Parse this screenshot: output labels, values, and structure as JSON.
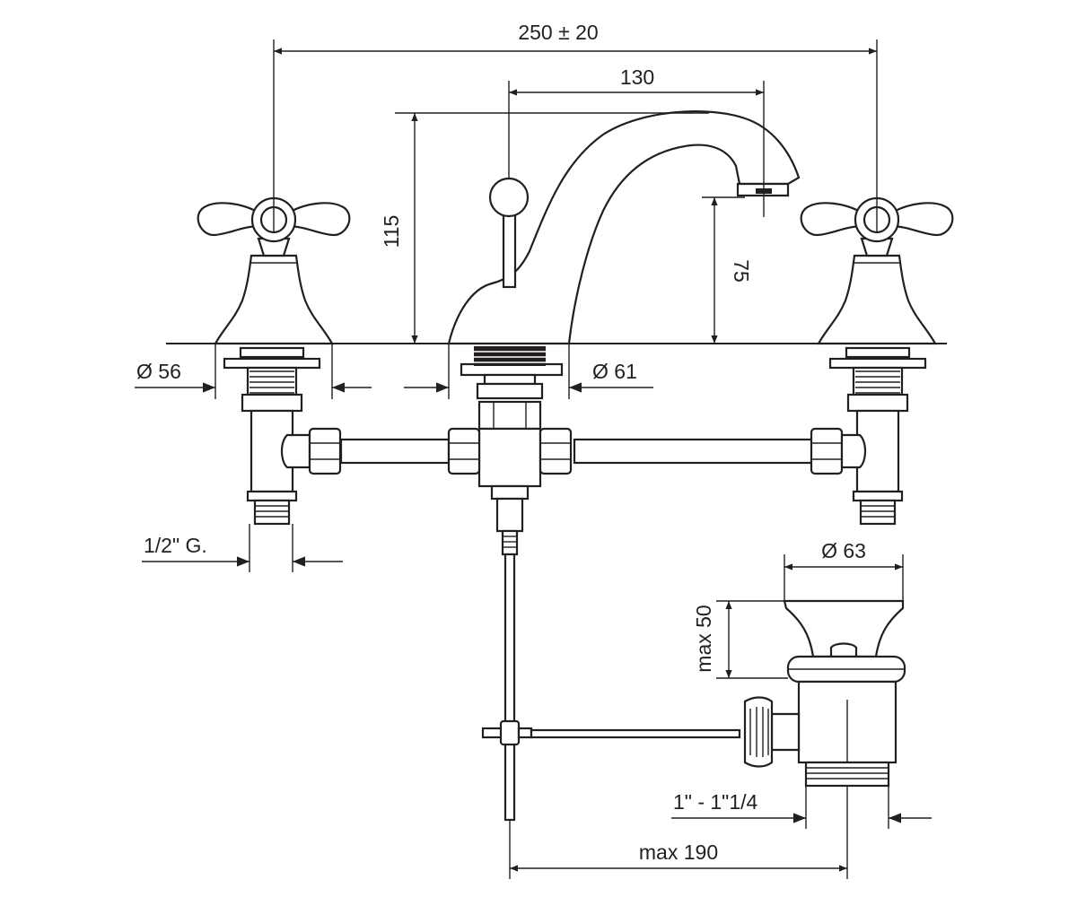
{
  "dimensions": {
    "overall_width": "250 ± 20",
    "spout_reach": "130",
    "spout_height": "115",
    "outlet_height": "75",
    "handle_base_diameter": "Ø 56",
    "spout_base_diameter": "Ø 61",
    "inlet_thread": "1/2\" G.",
    "waste_diameter": "Ø 63",
    "waste_height": "max 50",
    "waste_thread": "1\" - 1\"1/4",
    "waste_distance": "max 190"
  },
  "colors": {
    "line": "#231f20",
    "background": "#ffffff"
  }
}
